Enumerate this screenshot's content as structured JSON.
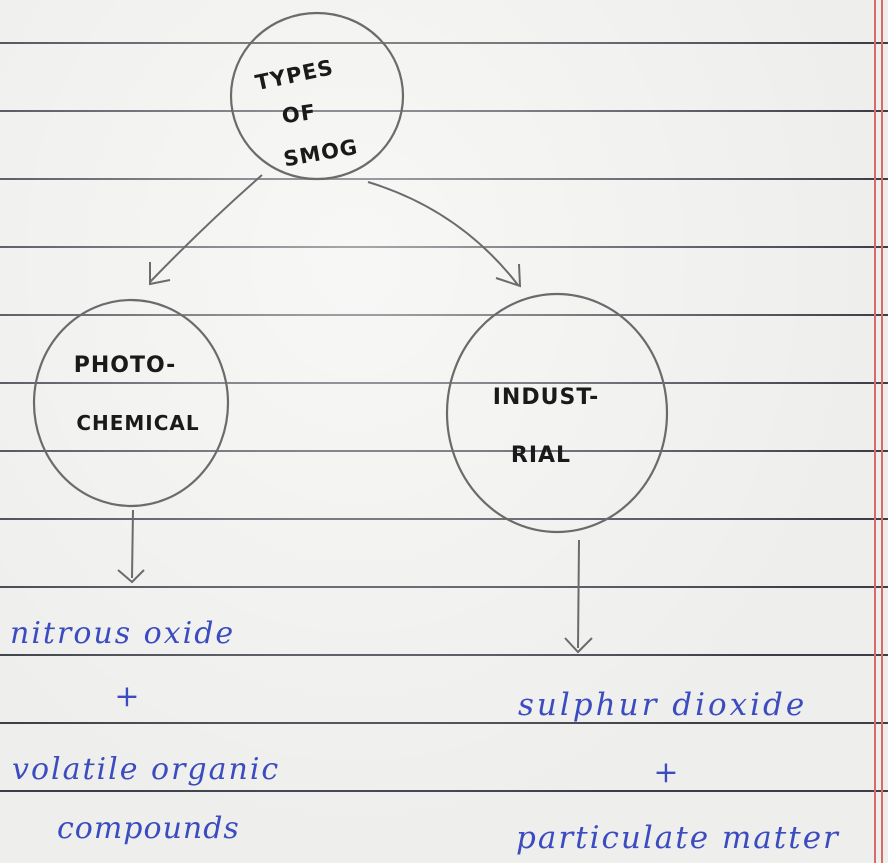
{
  "ink": {
    "pencil": "#6b6b6b",
    "label": "#1a1a1a",
    "pen_blue": "#3b4cc0",
    "rule_line": "#3d3f48",
    "margin": "#d96a6a"
  },
  "root": {
    "lines": [
      "TYPES",
      "OF",
      "SMOG"
    ]
  },
  "photochemical": {
    "lines": [
      "PHOTO-",
      "CHEMICAL"
    ],
    "components": [
      "nitrous oxide",
      "+",
      "volatile organic",
      "compounds"
    ]
  },
  "industrial": {
    "lines": [
      "INDUST-",
      "RIAL"
    ],
    "components": [
      "sulphur dioxide",
      "+",
      "particulate matter"
    ]
  }
}
